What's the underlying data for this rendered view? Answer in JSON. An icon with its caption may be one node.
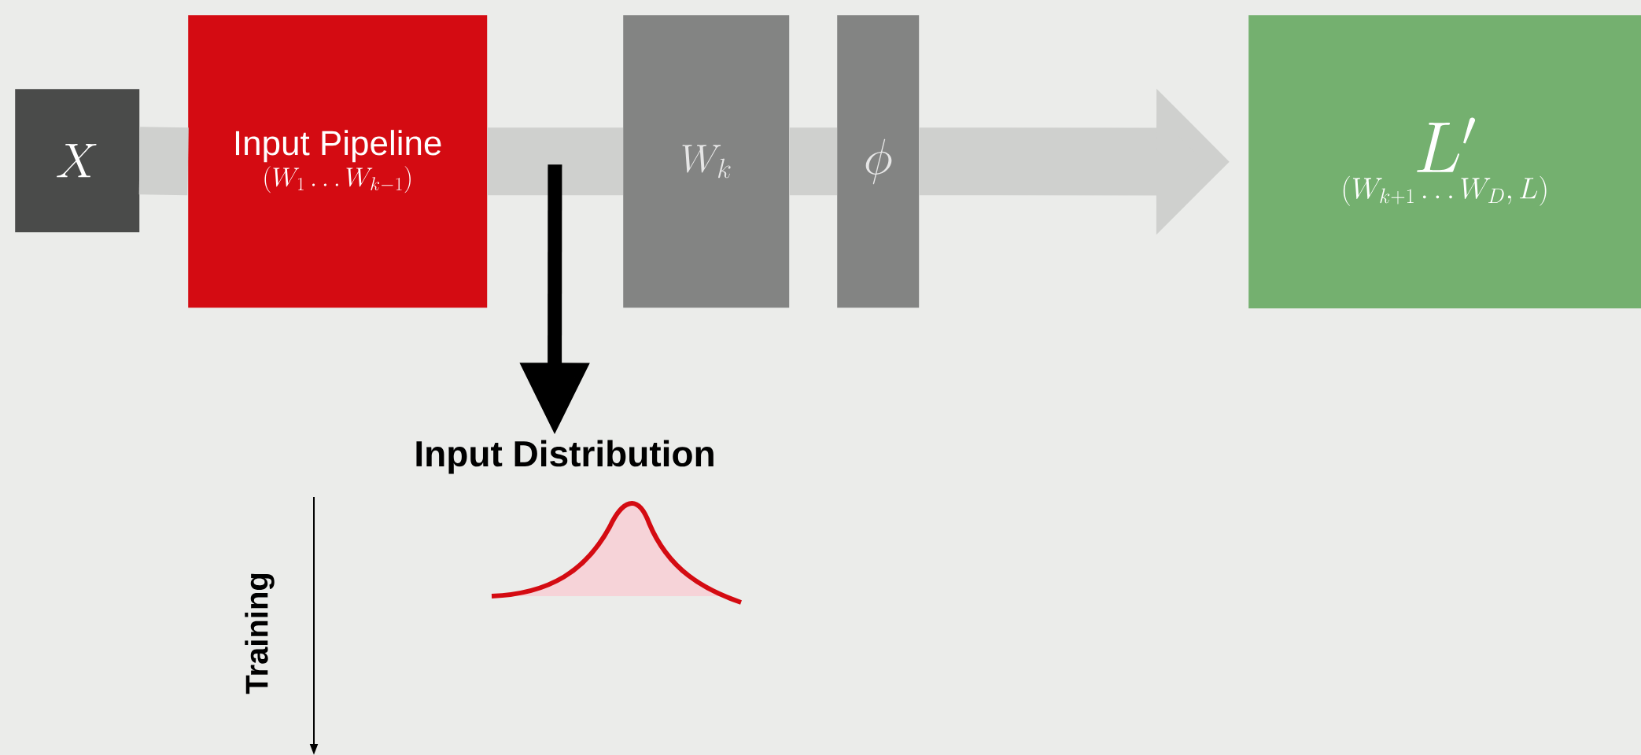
{
  "diagram": {
    "nodes": [
      {
        "text": [
          "X"
        ]
      },
      {
        "text": [
          "Input Pipeline",
          "(W_1 \\ldots W_{k-1})"
        ]
      },
      {
        "text": [
          "W_k"
        ]
      },
      {
        "text": [
          "\\phi"
        ]
      },
      {
        "text": [
          "L'",
          "(W_{k+1} \\ldots W_D, L)"
        ]
      },
      {
        "text": [
          "Input Distribution"
        ]
      }
    ],
    "edges": [
      {
        "from": 0,
        "to": 1,
        "arrow": "none"
      },
      {
        "from": 1,
        "to": 2,
        "arrow": "none"
      },
      {
        "from": 2,
        "to": 3,
        "arrow": "none"
      },
      {
        "from": 3,
        "to": 4,
        "arrow": "to"
      },
      {
        "from": 1,
        "to": 5,
        "arrow": "to",
        "color": "#000000"
      }
    ],
    "labels": [
      "Training"
    ]
  }
}
